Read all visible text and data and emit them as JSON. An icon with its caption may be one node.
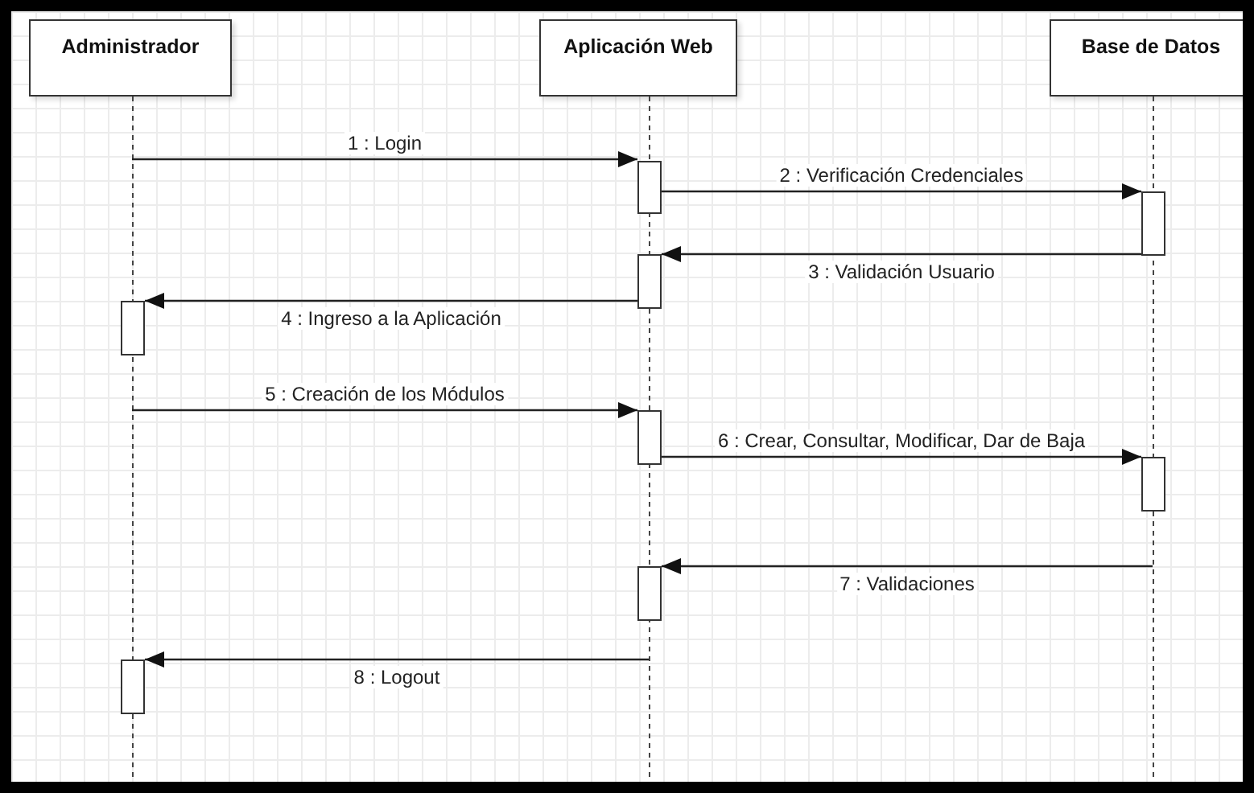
{
  "diagram": {
    "nodes": [
      {
        "text": [
          "Administrador"
        ]
      },
      {
        "text": [
          "Aplicación Web"
        ]
      },
      {
        "text": [
          "Base de Datos"
        ]
      },
      {
        "text": [],
        "shape": "bar",
        "in": 1
      },
      {
        "text": [],
        "shape": "bar",
        "in": 2
      },
      {
        "text": [],
        "shape": "bar",
        "in": 1
      },
      {
        "text": [],
        "shape": "bar",
        "in": 0
      },
      {
        "text": [],
        "shape": "bar",
        "in": 1
      },
      {
        "text": [],
        "shape": "bar",
        "in": 2
      },
      {
        "text": [],
        "shape": "bar",
        "in": 1
      },
      {
        "text": [],
        "shape": "bar",
        "in": 0
      }
    ],
    "edges": [
      {
        "from": null,
        "to": 3,
        "arrow": "to",
        "label": "1 : Login"
      },
      {
        "from": 3,
        "to": 4,
        "arrow": "to",
        "label": "2 : Verificación Credenciales"
      },
      {
        "from": 4,
        "to": 5,
        "arrow": "to",
        "label": "3 : Validación Usuario"
      },
      {
        "from": 5,
        "to": 6,
        "arrow": "to",
        "label": "4 : Ingreso a la Aplicación"
      },
      {
        "from": null,
        "to": 7,
        "arrow": "to",
        "label": "5 : Creación de los Módulos"
      },
      {
        "from": 7,
        "to": 8,
        "arrow": "to",
        "label": "6 : Crear, Consultar, Modificar, Dar de Baja"
      },
      {
        "from": null,
        "to": 9,
        "arrow": "to",
        "label": "7 : Validaciones"
      },
      {
        "from": null,
        "to": 10,
        "arrow": "to",
        "label": "8 : Logout"
      }
    ]
  }
}
